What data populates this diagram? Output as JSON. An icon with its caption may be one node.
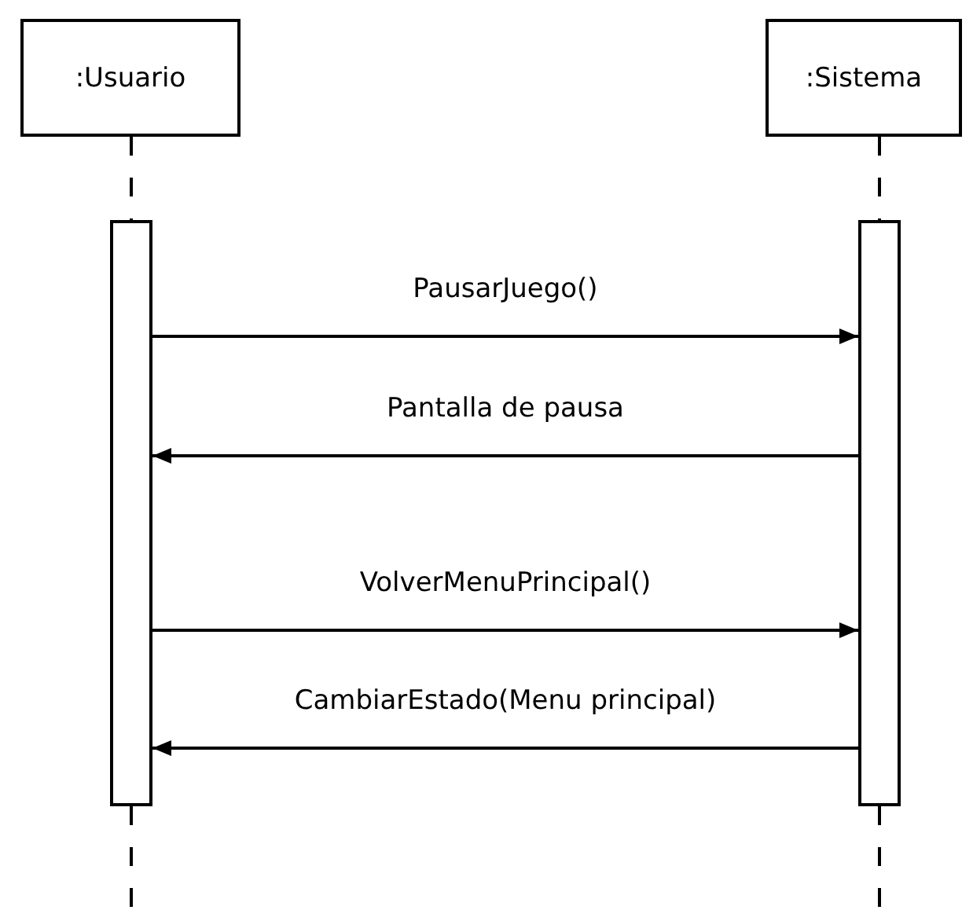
{
  "diagram": {
    "nodes": [
      {
        "text": [
          ":Usuario"
        ]
      },
      {
        "text": [
          ":Sistema"
        ]
      },
      {
        "text": [],
        "shape": "bar"
      },
      {
        "text": [],
        "shape": "bar"
      }
    ],
    "edges": [
      {
        "from": 0,
        "to": 2,
        "arrow": "none",
        "style": "dashed"
      },
      {
        "from": 1,
        "to": 3,
        "arrow": "none",
        "style": "dashed"
      },
      {
        "from": 2,
        "to": 3,
        "arrow": "to",
        "label": "PausarJuego()"
      },
      {
        "from": 3,
        "to": 2,
        "arrow": "to",
        "label": "Pantalla de pausa"
      },
      {
        "from": 2,
        "to": 3,
        "arrow": "to",
        "label": "VolverMenuPrincipal()"
      },
      {
        "from": 3,
        "to": 2,
        "arrow": "to",
        "label": "CambiarEstado(Menu principal)"
      },
      {
        "from": 2,
        "to": null,
        "arrow": "none",
        "style": "dashed"
      },
      {
        "from": 3,
        "to": null,
        "arrow": "none",
        "style": "dashed"
      }
    ]
  }
}
